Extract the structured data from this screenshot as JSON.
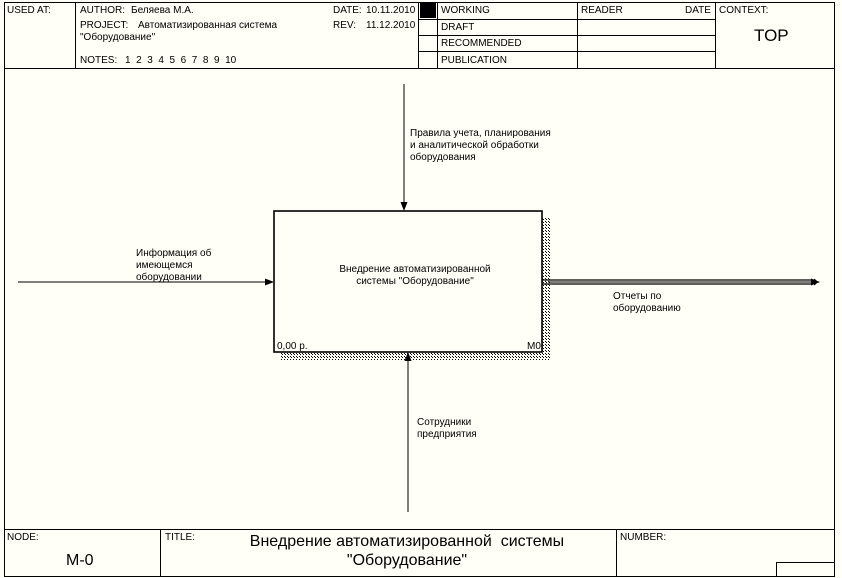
{
  "header": {
    "used_at_label": "USED AT:",
    "author_label": "AUTHOR:",
    "author": "Беляева М.А.",
    "project_label": "PROJECT:",
    "project_line1": "Автоматизированная система",
    "project_line2": "\"Оборудование\"",
    "date_label": "DATE:",
    "date": "10.11.2010",
    "rev_label": "REV:",
    "rev": "11.12.2010",
    "notes_label": "NOTES:",
    "notes": "1  2  3  4  5  6  7  8  9  10",
    "status": [
      "WORKING",
      "DRAFT",
      "RECOMMENDED",
      "PUBLICATION"
    ],
    "reader_label": "READER",
    "date_col_label": "DATE",
    "context_label": "CONTEXT:",
    "context_value": "TOP"
  },
  "diagram": {
    "activity_line1": "Внедрение автоматизированной",
    "activity_line2": "системы \"Оборудование\"",
    "cost": "0,00 р.",
    "activity_number": "М0",
    "input_line1": "Информация об",
    "input_line2": "имеющемся",
    "input_line3": "оборудовании",
    "control_line1": "Правила учета, планирования",
    "control_line2": "и аналитической обработки",
    "control_line3": "оборудования",
    "output_line1": "Отчеты по",
    "output_line2": "оборудованию",
    "mechanism_line1": "Сотрудники",
    "mechanism_line2": "предприятия"
  },
  "footer": {
    "node_label": "NODE:",
    "node_value": "М-0",
    "title_label": "TITLE:",
    "title_line1": "Внедрение автоматизированной  системы",
    "title_line2": "\"Оборудование\"",
    "number_label": "NUMBER:"
  }
}
